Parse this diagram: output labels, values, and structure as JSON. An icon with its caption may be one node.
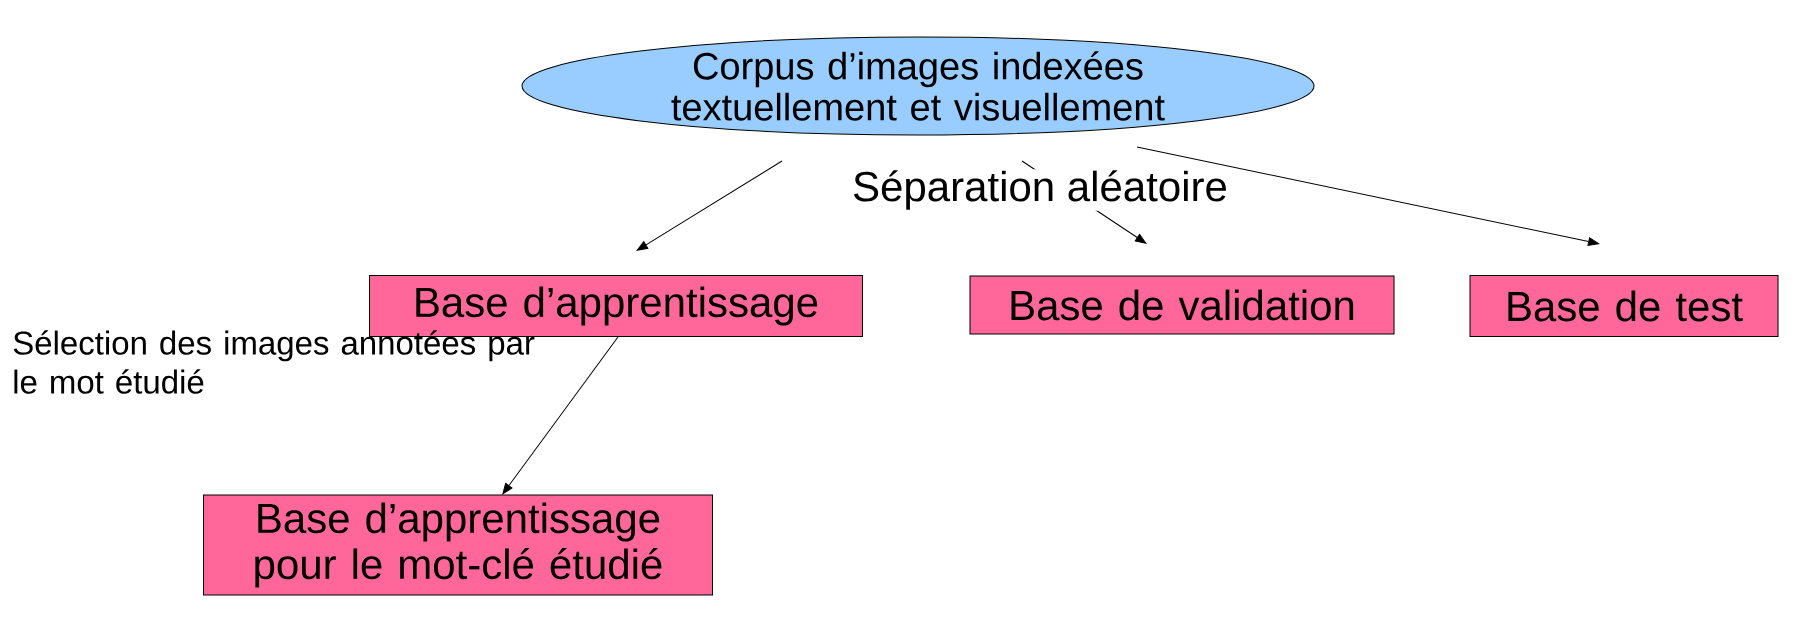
{
  "diagram": {
    "nodes": [
      {
        "text": [
          "Corpus d’images indexées textuellement et visuellement"
        ]
      },
      {
        "text": [
          "Base d’apprentissage"
        ]
      },
      {
        "text": [
          "Base de validation"
        ]
      },
      {
        "text": [
          "Base de test"
        ]
      },
      {
        "text": [
          "Base d’apprentissage pour le mot-clé étudié"
        ]
      }
    ],
    "edges": [
      {
        "from": 0,
        "to": 1,
        "arrow": "to"
      },
      {
        "from": 0,
        "to": 2,
        "arrow": "to"
      },
      {
        "from": 0,
        "to": 3,
        "arrow": "to"
      },
      {
        "from": 1,
        "to": 4,
        "arrow": "to",
        "label": "Sélection des images annotées par le mot étudié"
      }
    ],
    "labels": [
      "Séparation aléatoire"
    ]
  }
}
